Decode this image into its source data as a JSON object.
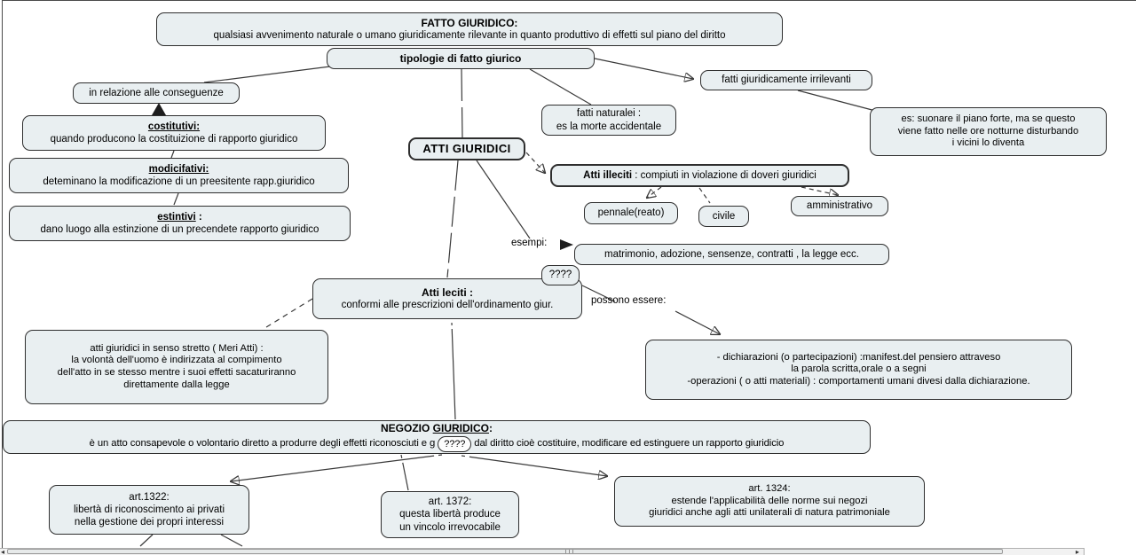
{
  "diagram": {
    "fatto": {
      "title": "FATTO GIURIDICO:",
      "desc": "qualsiasi avvenimento naturale o umano giuridicamente rilevante in quanto produttivo di effetti sul piano del diritto"
    },
    "tipologie": {
      "label": "tipologie di fatto giurico"
    },
    "in_relazione": {
      "label": "in relazione alle conseguenze"
    },
    "costitutivi": {
      "title": "costitutivi:",
      "desc": "quando producono la costituizione di rapporto giuridico"
    },
    "modicifativi": {
      "title": "modicifativi:",
      "desc": "deteminano la modificazione di un preesitente rapp.giuridico"
    },
    "estintivi": {
      "title": "estintivi",
      "title_suffix": " :",
      "desc": "dano luogo alla estinzione di un precendete rapporto giuridico"
    },
    "fatti_naturalei": {
      "line1": "fatti naturalei :",
      "line2": "es la morte accidentale"
    },
    "irrilevanti": {
      "label": "fatti giuridicamente irrilevanti"
    },
    "es_piano": {
      "line1": "es: suonare il piano forte, ma se questo",
      "line2": "viene fatto nelle ore notturne disturbando",
      "line3": "i vicini lo diventa"
    },
    "atti_giuridici": {
      "label": "ATTI GIURIDICI"
    },
    "atti_illeciti": {
      "title": "Atti illeciti",
      "desc": " : compiuti in violazione di doveri giuridici"
    },
    "pennale": {
      "label": "pennale(reato)"
    },
    "civile": {
      "label": "civile"
    },
    "amministrativo": {
      "label": "amministrativo"
    },
    "esempi_label": "esempi:",
    "matrimonio": {
      "label": "matrimonio, adozione, sensenze, contratti , la legge ecc."
    },
    "q1": {
      "label": "????"
    },
    "atti_leciti": {
      "title": "Atti leciti :",
      "desc": "conformi alle prescrizioni dell'ordinamento giur."
    },
    "possono_label": "possono essere:",
    "senso_stretto": {
      "line1": "atti giuridici in senso stretto ( Meri Atti) :",
      "line2": "la volontà dell'uomo è indirizzata al compimento",
      "line3": "dell'atto in se stesso mentre i suoi effetti sacaturiranno",
      "line4": "direttamente dalla legge"
    },
    "dichiarazioni": {
      "line1": "- dichiarazioni (o partecipazioni) :manifest.del pensiero attraveso",
      "line2": "la parola scritta,orale o a segni",
      "line3": "-operazioni ( o atti materiali) : comportamenti umani divesi dalla dichiarazione."
    },
    "negozio": {
      "title_prefix": "NEGOZIO ",
      "title_underline": "GIURIDICO",
      "title_colon": ":",
      "desc_before": "è un atto consapevole o volontario diretto a produrre degli effetti riconosciuti e g",
      "q": "????",
      "desc_after": "dal diritto cioè costituire, modificare ed estinguere un rapporto giuridicio"
    },
    "art1322": {
      "title": "art.1322:",
      "line1": "libertà di riconoscimento ai privati",
      "line2": "nella gestione dei propri interessi"
    },
    "art1372": {
      "title": "art. 1372:",
      "line1": "questa libertà produce",
      "line2": "un vincolo irrevocabile"
    },
    "art1324": {
      "title": "art. 1324:",
      "line1": "estende l'applicabilità delle norme sui negozi",
      "line2": "giuridici anche agli atti unilaterali di natura patrimoniale"
    }
  },
  "colors": {
    "node_fill": "#e9eff1",
    "node_border": "#2e2e2e",
    "connector": "#3a3a3a",
    "background": "#ffffff"
  },
  "scrollbar": {
    "left_arrow": "◂",
    "right_arrow": "▸"
  }
}
